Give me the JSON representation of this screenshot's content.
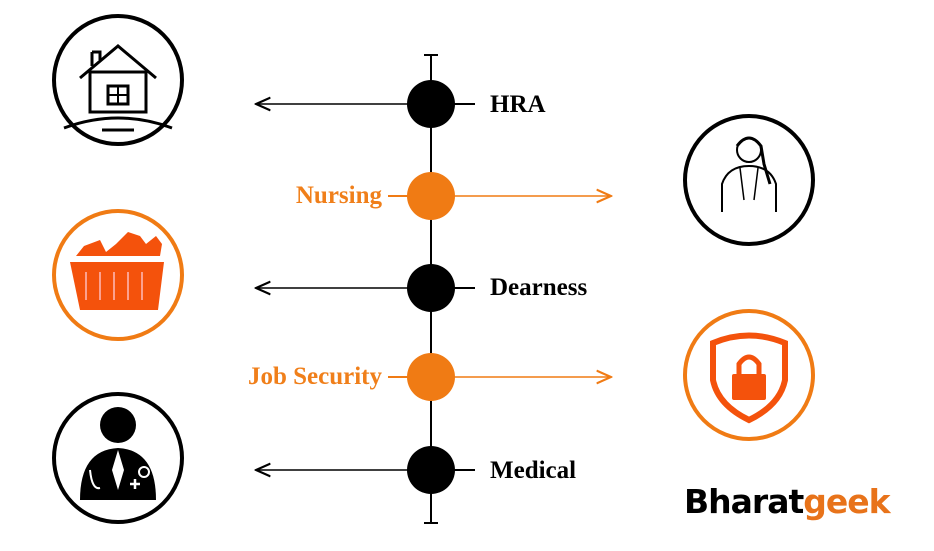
{
  "items": [
    {
      "label": "HRA",
      "side": "right",
      "color": "#000000"
    },
    {
      "label": "Nursing",
      "side": "left",
      "color": "#f07b14"
    },
    {
      "label": "Dearness",
      "side": "right",
      "color": "#000000"
    },
    {
      "label": "Job Security",
      "side": "left",
      "color": "#f07b14"
    },
    {
      "label": "Medical",
      "side": "right",
      "color": "#000000"
    }
  ],
  "icons": [
    "house-icon",
    "nurse-icon",
    "grocery-basket-icon",
    "security-lock-icon",
    "doctor-icon"
  ],
  "logo": {
    "part1": "Bharat",
    "part2": "geek"
  },
  "colors": {
    "accent": "#f07b14",
    "icon_orange": "#f4520c",
    "black": "#000000"
  }
}
